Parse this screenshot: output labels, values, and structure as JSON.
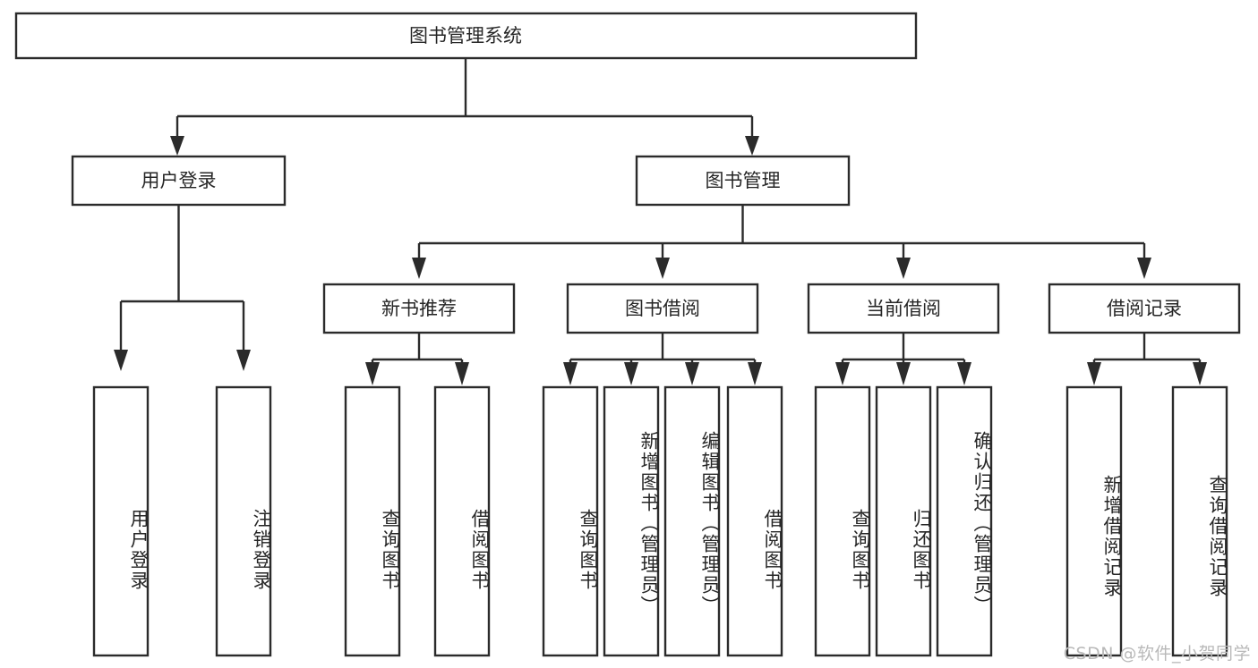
{
  "diagram": {
    "title": "图书管理系统",
    "type": "tree",
    "orientation": "top-down",
    "colors": {
      "box_fill": "#ffffff",
      "box_stroke": "#2b2b2b",
      "text": "#262626",
      "connector": "#2b2b2b",
      "background": "#ffffff",
      "watermark": "#b9b9b9"
    },
    "root": {
      "label": "图书管理系统"
    },
    "level2": [
      {
        "label": "用户登录"
      },
      {
        "label": "图书管理"
      }
    ],
    "level3": [
      {
        "label": "新书推荐"
      },
      {
        "label": "图书借阅"
      },
      {
        "label": "当前借阅"
      },
      {
        "label": "借阅记录"
      }
    ],
    "leaves": {
      "user_login": [
        {
          "label": "用户登录"
        },
        {
          "label": "注销登录"
        }
      ],
      "new_book_recommend": [
        {
          "label": "查询图书"
        },
        {
          "label": "借阅图书"
        }
      ],
      "book_borrow": [
        {
          "label": "查询图书"
        },
        {
          "label": "新增图书（管理员）"
        },
        {
          "label": "编辑图书（管理员）"
        },
        {
          "label": "借阅图书"
        }
      ],
      "current_borrow": [
        {
          "label": "查询图书"
        },
        {
          "label": "归还图书"
        },
        {
          "label": "确认归还（管理员）"
        }
      ],
      "borrow_record": [
        {
          "label": "新增借阅记录"
        },
        {
          "label": "查询借阅记录"
        }
      ]
    }
  },
  "watermark": {
    "text": "CSDN @软件_小贺同学"
  }
}
